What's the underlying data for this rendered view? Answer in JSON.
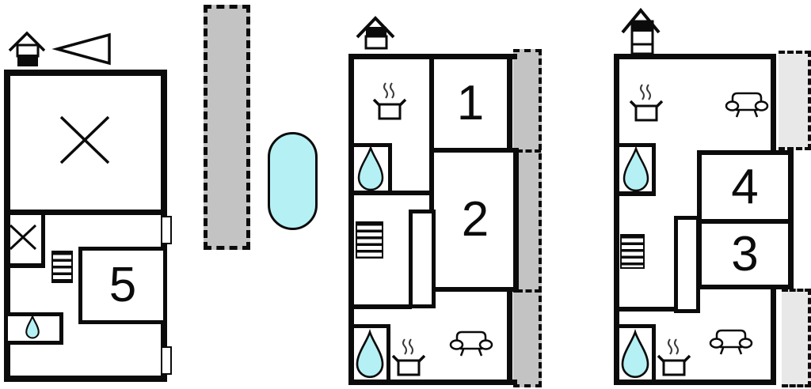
{
  "title": "holiday-home-floor-plans",
  "colors": {
    "wall": "#0b0b0b",
    "bg": "#ffffff",
    "gray_medium": "#c3c3c3",
    "gray_light": "#e8e8e8",
    "water": "#b5f1f4",
    "white": "#ffffff"
  },
  "icons": {
    "chimney": "chimney-icon",
    "north_arrow": "north-arrow-icon",
    "stove": "stove-pot-icon",
    "water_drop": "water-drop-icon",
    "stairs": "stairs-icon",
    "sofa": "sofa-icon",
    "window": "window-marker",
    "cross": "cross-mark",
    "pool": "pool",
    "terrace": "terrace-area"
  },
  "plans": [
    {
      "id": "plan-left",
      "rooms": {
        "r5": "5"
      }
    },
    {
      "id": "plan-middle",
      "rooms": {
        "r1": "1",
        "r2": "2"
      }
    },
    {
      "id": "plan-right",
      "rooms": {
        "r4": "4",
        "r3": "3"
      }
    }
  ]
}
